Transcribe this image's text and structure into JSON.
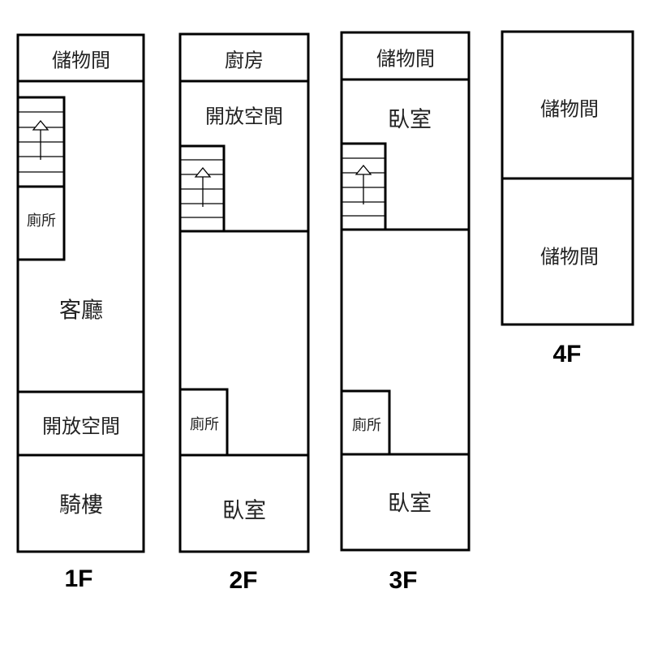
{
  "floors": [
    {
      "label": "1F",
      "rooms": [
        "儲物間",
        "客廳",
        "開放空間",
        "騎樓"
      ],
      "toilet": "廁所"
    },
    {
      "label": "2F",
      "rooms": [
        "廚房",
        "開放空間",
        "臥室"
      ],
      "toilet": "廁所"
    },
    {
      "label": "3F",
      "rooms": [
        "儲物間",
        "臥室",
        "臥室"
      ],
      "toilet": "廁所"
    },
    {
      "label": "4F",
      "rooms": [
        "儲物間",
        "儲物間"
      ]
    }
  ]
}
